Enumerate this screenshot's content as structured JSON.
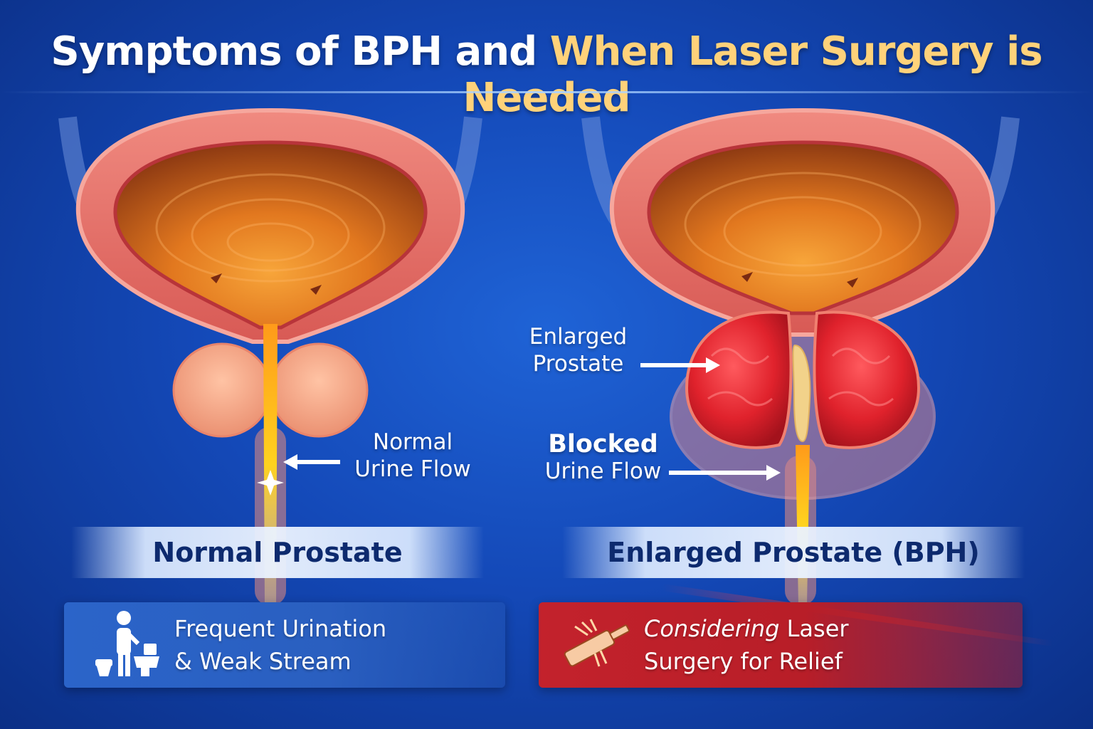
{
  "title": {
    "part1": "Symptoms of BPH and ",
    "part2": "When Laser Surgery is Needed"
  },
  "left": {
    "annotation": {
      "line1": "Normal",
      "line2": "Urine Flow"
    },
    "band_label": "Normal Prostate",
    "symptom": {
      "line1": "Frequent Urination",
      "line2": "& Weak Stream",
      "icon": "toilet-person-icon"
    }
  },
  "right": {
    "annotation_enlarged": {
      "line1": "Enlarged",
      "line2": "Prostate"
    },
    "annotation_blocked": {
      "line1": "Blocked",
      "line2": "Urine Flow"
    },
    "band_label": "Enlarged Prostate (BPH)",
    "treatment": {
      "line1_italic": "Considering",
      "line1_rest": " Laser",
      "line2": "Surgery for Relief",
      "icon": "laser-device-icon"
    }
  },
  "colors": {
    "background": "#1449b8",
    "title_highlight": "#ffd27a",
    "tissue": "#e8736a",
    "bladder_inner": "#e07a22",
    "prostate_normal": "#f4a784",
    "prostate_enlarged": "#e8232f",
    "urine": "#ffc21a",
    "band_text": "#0d2a6e",
    "symptom_box": "#2b64c9",
    "treatment_box": "#c3222c"
  }
}
